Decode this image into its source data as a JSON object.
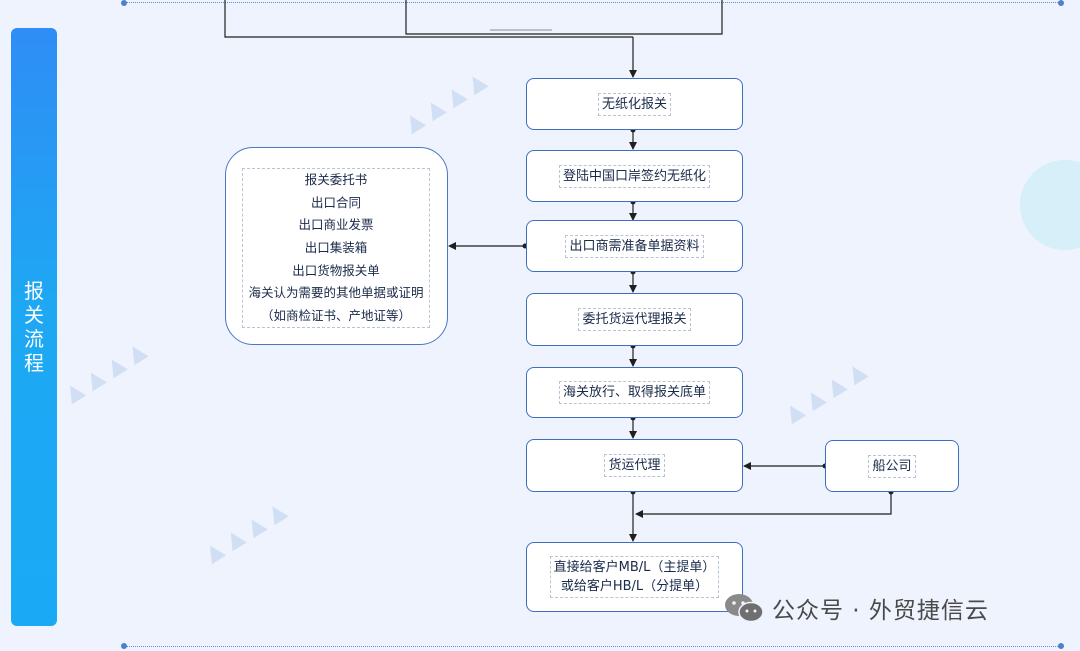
{
  "sidebar": {
    "title": "报关流程"
  },
  "steps": [
    {
      "label": "无纸化报关"
    },
    {
      "label": "登陆中国口岸签约无纸化"
    },
    {
      "label": "出口商需准备单据资料"
    },
    {
      "label": "委托货运代理报关"
    },
    {
      "label": "海关放行、取得报关底单"
    },
    {
      "label": "货运代理"
    },
    {
      "label_line1": "直接给客户MB/L（主提单）",
      "label_line2": "或给客户HB/L（分提单）"
    }
  ],
  "shipping_company": {
    "label": "船公司"
  },
  "documents": {
    "items": [
      "报关委托书",
      "出口合同",
      "出口商业发票",
      "出口集装箱",
      "出口货物报关单",
      "海关认为需要的其他单据或证明",
      "（如商检证书、产地证等）"
    ]
  },
  "watermark": {
    "text": "公众号 · 外贸捷信云",
    "icon": "wechat-icon"
  },
  "colors": {
    "background": "#eef3fd",
    "box_border": "#3d6fc0",
    "sidebar": "#1ea7f3",
    "line": "#1f1f1f"
  }
}
